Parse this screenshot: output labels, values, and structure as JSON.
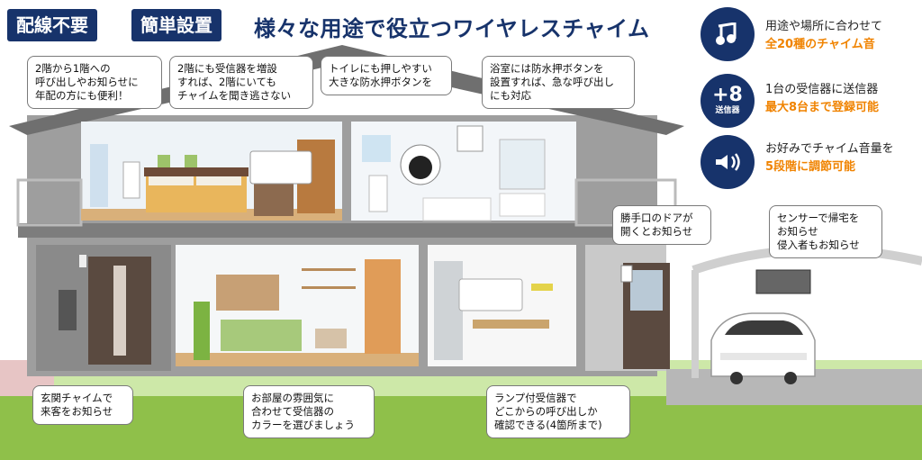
{
  "header": {
    "badge_no_wiring": "配線不要",
    "badge_easy_setup": "簡単設置",
    "headline": "様々な用途で役立つワイヤレスチャイム"
  },
  "features": [
    {
      "icon": "music-notes-icon",
      "line1": "用途や場所に合わせて",
      "line2": "全20種のチャイム音"
    },
    {
      "icon": "plus-eight-transmitters-icon",
      "icon_main": "+8",
      "icon_sub": "送信器",
      "line1": "1台の受信器に送信器",
      "line2": "最大8台まで登録可能"
    },
    {
      "icon": "speaker-volume-icon",
      "line1": "お好みでチャイム音量を",
      "line2": "5段階に調節可能"
    }
  ],
  "callouts": {
    "second_to_first": "2階から1階への\n呼び出しやお知らせに\n年配の方にも便利！",
    "second_floor_receiver": "2階にも受信器を増設\nすれば、2階にいても\nチャイムを聞き逃さない",
    "toilet_button": "トイレにも押しやすい\n大きな防水押ボタンを",
    "bathroom_button": "浴室には防水押ボタンを\n設置すれば、急な呼び出し\nにも対応",
    "back_door": "勝手口のドアが\n開くとお知らせ",
    "sensor": "センサーで帰宅を\nお知らせ\n侵入者もお知らせ",
    "entrance": "玄関チャイムで\n来客をお知らせ",
    "room_color": "お部屋の雰囲気に\n合わせて受信器の\nカラーを選びましょう",
    "lamp_receiver": "ランプ付受信器で\nどこからの呼び出しか\n確認できる(4箇所まで)"
  },
  "colors": {
    "navy": "#17336b",
    "accent_orange": "#f08300",
    "grass": "#8bc34a",
    "wall": "#a9a9a9",
    "interior": "#eef3f7"
  }
}
